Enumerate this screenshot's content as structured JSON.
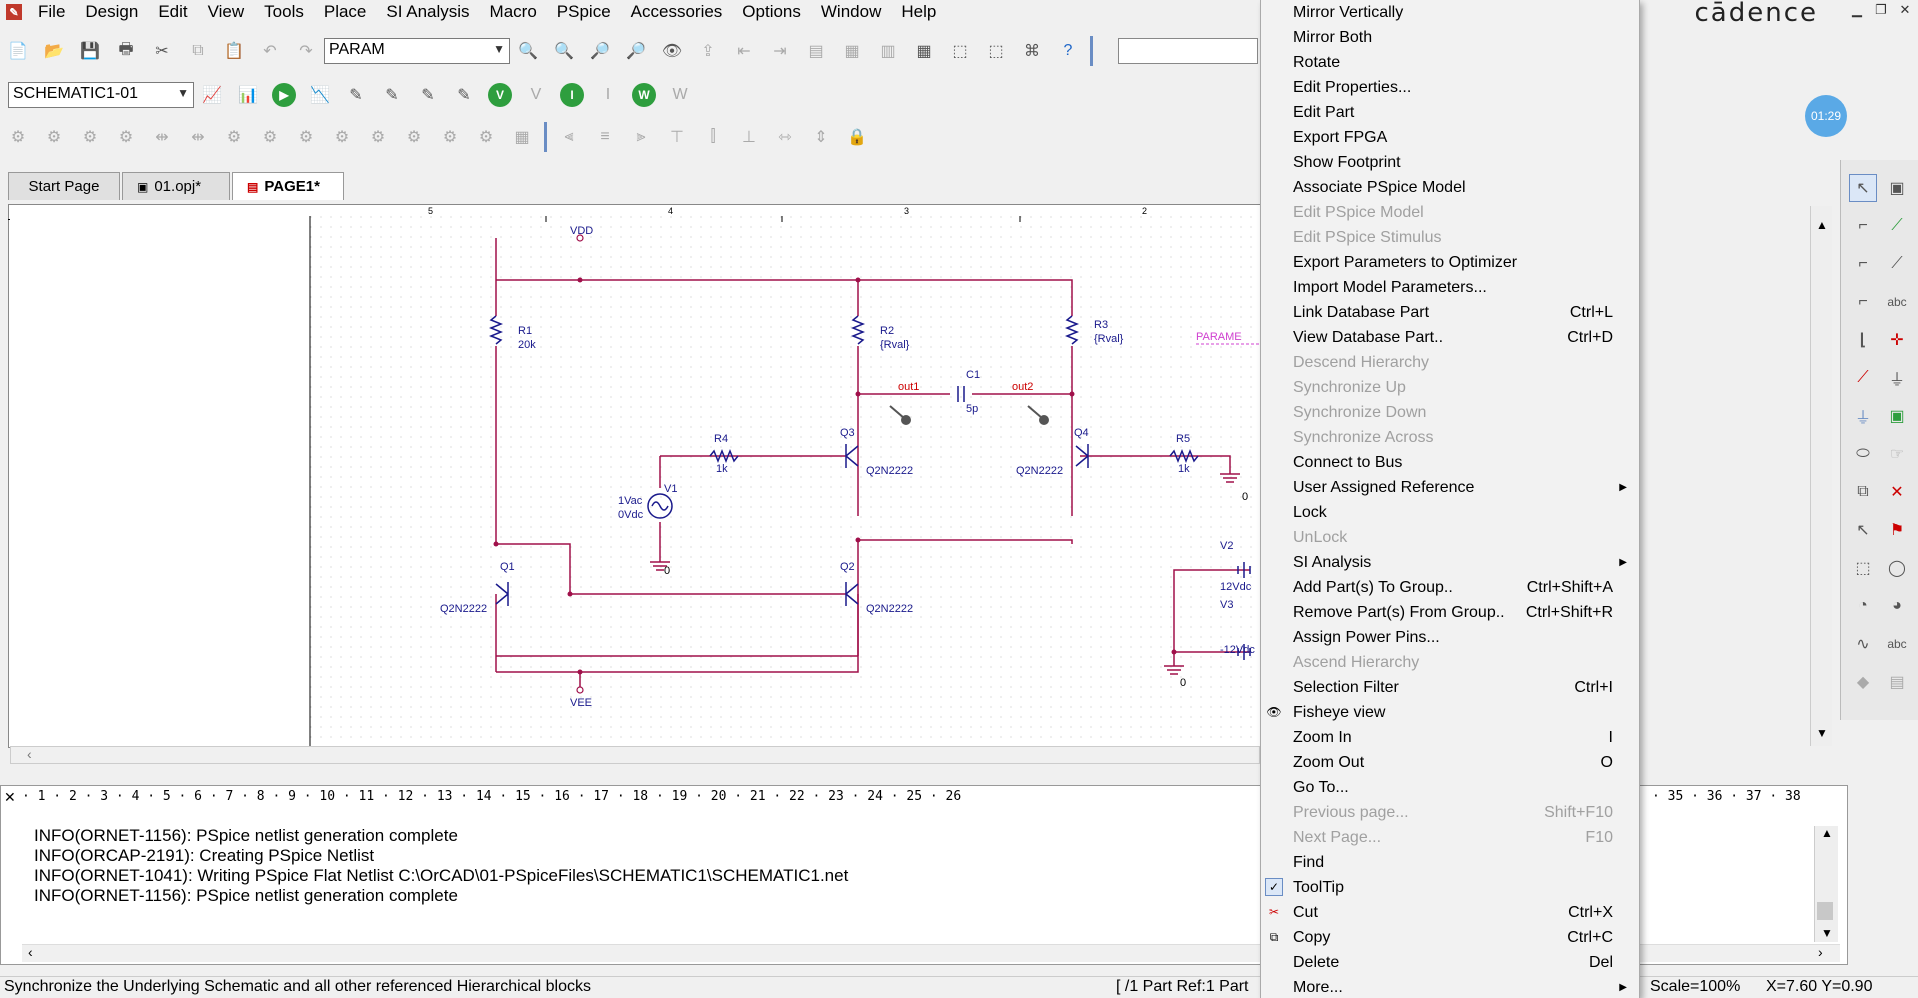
{
  "menubar": {
    "items": [
      "File",
      "Design",
      "Edit",
      "View",
      "Tools",
      "Place",
      "SI Analysis",
      "Macro",
      "PSpice",
      "Accessories",
      "Options",
      "Window",
      "Help"
    ],
    "brand": "cādence"
  },
  "toolbar": {
    "param_combo": "PARAM",
    "schematic_combo": "SCHEMATIC1-01"
  },
  "tabs": [
    {
      "label": "Start Page"
    },
    {
      "label": "01.opj*"
    },
    {
      "label": "PAGE1*"
    }
  ],
  "ruler_top": [
    "5",
    "4",
    "3",
    "2"
  ],
  "timer": "01:29",
  "schematic": {
    "labels": {
      "vdd": "VDD",
      "vee": "VEE",
      "r1": "R1",
      "r1_val": "20k",
      "r2": "R2",
      "r2_val": "{Rval}",
      "r3": "R3",
      "r3_val": "{Rval}",
      "r4": "R4",
      "r4_val": "1k",
      "r5": "R5",
      "r5_val": "1k",
      "c1": "C1",
      "c1_val": "5p",
      "q1": "Q1",
      "q2": "Q2",
      "q3": "Q3",
      "q4": "Q4",
      "q1_model": "Q2N2222",
      "q2_model": "Q2N2222",
      "q3_model": "Q2N2222",
      "q4_model": "Q2N2222",
      "v1": "V1",
      "v1_ac": "1Vac",
      "v1_dc": "0Vdc",
      "v2": "V2",
      "v2_val": "12Vdc",
      "v3": "V3",
      "v3_val": "-12Vdc",
      "out1": "out1",
      "out2": "out2",
      "gnd0": "0",
      "param": "PARAME"
    }
  },
  "output": {
    "ruler": "· 1 · 2 · 3 · 4 · 5 · 6 · 7 · 8 · 9 · 10 · 11 · 12 · 13 · 14 · 15 · 16 · 17 · 18 · 19 · 20 · 21 · 22 · 23 · 24 · 25 · 26",
    "ruler_right": "· 35 · 36 · 37 · 38",
    "lines": [
      "INFO(ORNET-1156): PSpice netlist generation complete",
      "INFO(ORCAP-2191): Creating PSpice Netlist",
      "INFO(ORNET-1041): Writing PSpice Flat Netlist C:\\OrCAD\\01-PSpiceFiles\\SCHEMATIC1\\SCHEMATIC1.net",
      "INFO(ORNET-1156): PSpice netlist generation complete"
    ]
  },
  "status": {
    "message": "Synchronize the Underlying Schematic and all other referenced Hierarchical blocks",
    "part": "[ /1 Part Ref:1 Part",
    "scale": "Scale=100%",
    "coords": "X=7.60  Y=0.90"
  },
  "context_menu": {
    "items": [
      {
        "label": "Mirror Vertically",
        "shortcut": "",
        "disabled": false
      },
      {
        "label": "Mirror Both",
        "shortcut": "",
        "disabled": false
      },
      {
        "label": "Rotate",
        "shortcut": "",
        "disabled": false
      },
      {
        "label": "Edit Properties...",
        "shortcut": "",
        "disabled": false
      },
      {
        "label": "Edit Part",
        "shortcut": "",
        "disabled": false
      },
      {
        "label": "Export FPGA",
        "shortcut": "",
        "disabled": false
      },
      {
        "label": "Show Footprint",
        "shortcut": "",
        "disabled": false
      },
      {
        "label": "Associate PSpice Model",
        "shortcut": "",
        "disabled": false
      },
      {
        "label": "Edit PSpice Model",
        "shortcut": "",
        "disabled": true
      },
      {
        "label": "Edit PSpice Stimulus",
        "shortcut": "",
        "disabled": true
      },
      {
        "label": "Export Parameters to Optimizer",
        "shortcut": "",
        "disabled": false
      },
      {
        "label": "Import Model Parameters...",
        "shortcut": "",
        "disabled": false
      },
      {
        "label": "Link Database Part",
        "shortcut": "Ctrl+L",
        "disabled": false
      },
      {
        "label": "View Database Part..",
        "shortcut": "Ctrl+D",
        "disabled": false
      },
      {
        "label": "Descend Hierarchy",
        "shortcut": "",
        "disabled": true
      },
      {
        "label": "Synchronize Up",
        "shortcut": "",
        "disabled": true
      },
      {
        "label": "Synchronize Down",
        "shortcut": "",
        "disabled": true
      },
      {
        "label": "Synchronize Across",
        "shortcut": "",
        "disabled": true
      },
      {
        "label": "Connect to Bus",
        "shortcut": "",
        "disabled": false
      },
      {
        "label": "User Assigned Reference",
        "shortcut": "",
        "disabled": false,
        "submenu": true
      },
      {
        "label": "Lock",
        "shortcut": "",
        "disabled": false
      },
      {
        "label": "UnLock",
        "shortcut": "",
        "disabled": true
      },
      {
        "label": "SI Analysis",
        "shortcut": "",
        "disabled": false,
        "submenu": true
      },
      {
        "label": "Add Part(s) To Group..",
        "shortcut": "Ctrl+Shift+A",
        "disabled": false
      },
      {
        "label": "Remove Part(s) From Group..",
        "shortcut": "Ctrl+Shift+R",
        "disabled": false
      },
      {
        "label": "Assign Power Pins...",
        "shortcut": "",
        "disabled": false
      },
      {
        "label": "Ascend Hierarchy",
        "shortcut": "",
        "disabled": true
      },
      {
        "label": "Selection Filter",
        "shortcut": "Ctrl+I",
        "disabled": false
      },
      {
        "label": "Fisheye view",
        "shortcut": "",
        "disabled": false,
        "mark": "eye"
      },
      {
        "label": "Zoom In",
        "shortcut": "I",
        "disabled": false
      },
      {
        "label": "Zoom Out",
        "shortcut": "O",
        "disabled": false
      },
      {
        "label": "Go To...",
        "shortcut": "",
        "disabled": false
      },
      {
        "label": "Previous page...",
        "shortcut": "Shift+F10",
        "disabled": true
      },
      {
        "label": "Next Page...",
        "shortcut": "F10",
        "disabled": true
      },
      {
        "label": "Find",
        "shortcut": "",
        "disabled": false
      },
      {
        "label": "ToolTip",
        "shortcut": "",
        "disabled": false,
        "mark": "check"
      },
      {
        "label": "Cut",
        "shortcut": "Ctrl+X",
        "disabled": false,
        "mark": "cut"
      },
      {
        "label": "Copy",
        "shortcut": "Ctrl+C",
        "disabled": false,
        "mark": "copy"
      },
      {
        "label": "Delete",
        "shortcut": "Del",
        "disabled": false
      },
      {
        "label": "More...",
        "shortcut": "",
        "disabled": false,
        "submenu": true
      }
    ]
  },
  "colors": {
    "wire": "#a0104a",
    "component": "#1a1a8c",
    "net_label": "#cc0000",
    "accent": "#6a8dc4"
  }
}
